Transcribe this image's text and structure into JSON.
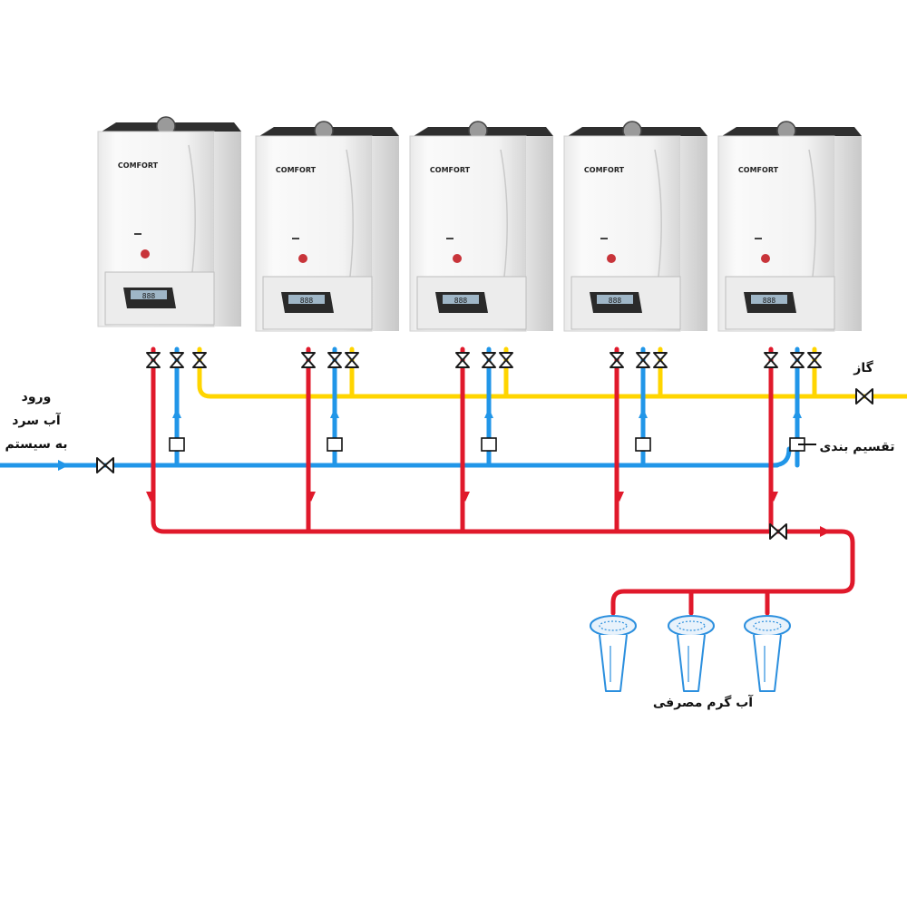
{
  "colors": {
    "hot_water": "#e0192b",
    "cold_water": "#2196e8",
    "gas": "#ffd500",
    "valve": "#1a1a1a",
    "heater_body": "#f4f4f4",
    "panel_dark": "#2a2a2a",
    "shower": "#2b8fde"
  },
  "labels": {
    "cold_inlet": [
      "ورود",
      "آب سرد",
      "به سیستم"
    ],
    "gas": "گاز",
    "distribution": "تقسیم بندی",
    "hot_water_usage": "آب گرم مصرفی"
  },
  "heaters": [
    {
      "id": "heater-1",
      "brand": "COMFORT",
      "display": "888"
    },
    {
      "id": "heater-2",
      "brand": "COMFORT",
      "display": "888"
    },
    {
      "id": "heater-3",
      "brand": "COMFORT",
      "display": "888"
    },
    {
      "id": "heater-4",
      "brand": "COMFORT",
      "display": "888"
    },
    {
      "id": "heater-5",
      "brand": "COMFORT",
      "display": "888"
    }
  ],
  "showers": [
    {
      "id": "shower-1"
    },
    {
      "id": "shower-2"
    },
    {
      "id": "shower-3"
    }
  ],
  "icons": {
    "valve": "gate-valve-icon",
    "shower": "shower-head-icon",
    "flow_arrow": "flow-arrow-icon",
    "manifold": "distribution-box-icon"
  }
}
